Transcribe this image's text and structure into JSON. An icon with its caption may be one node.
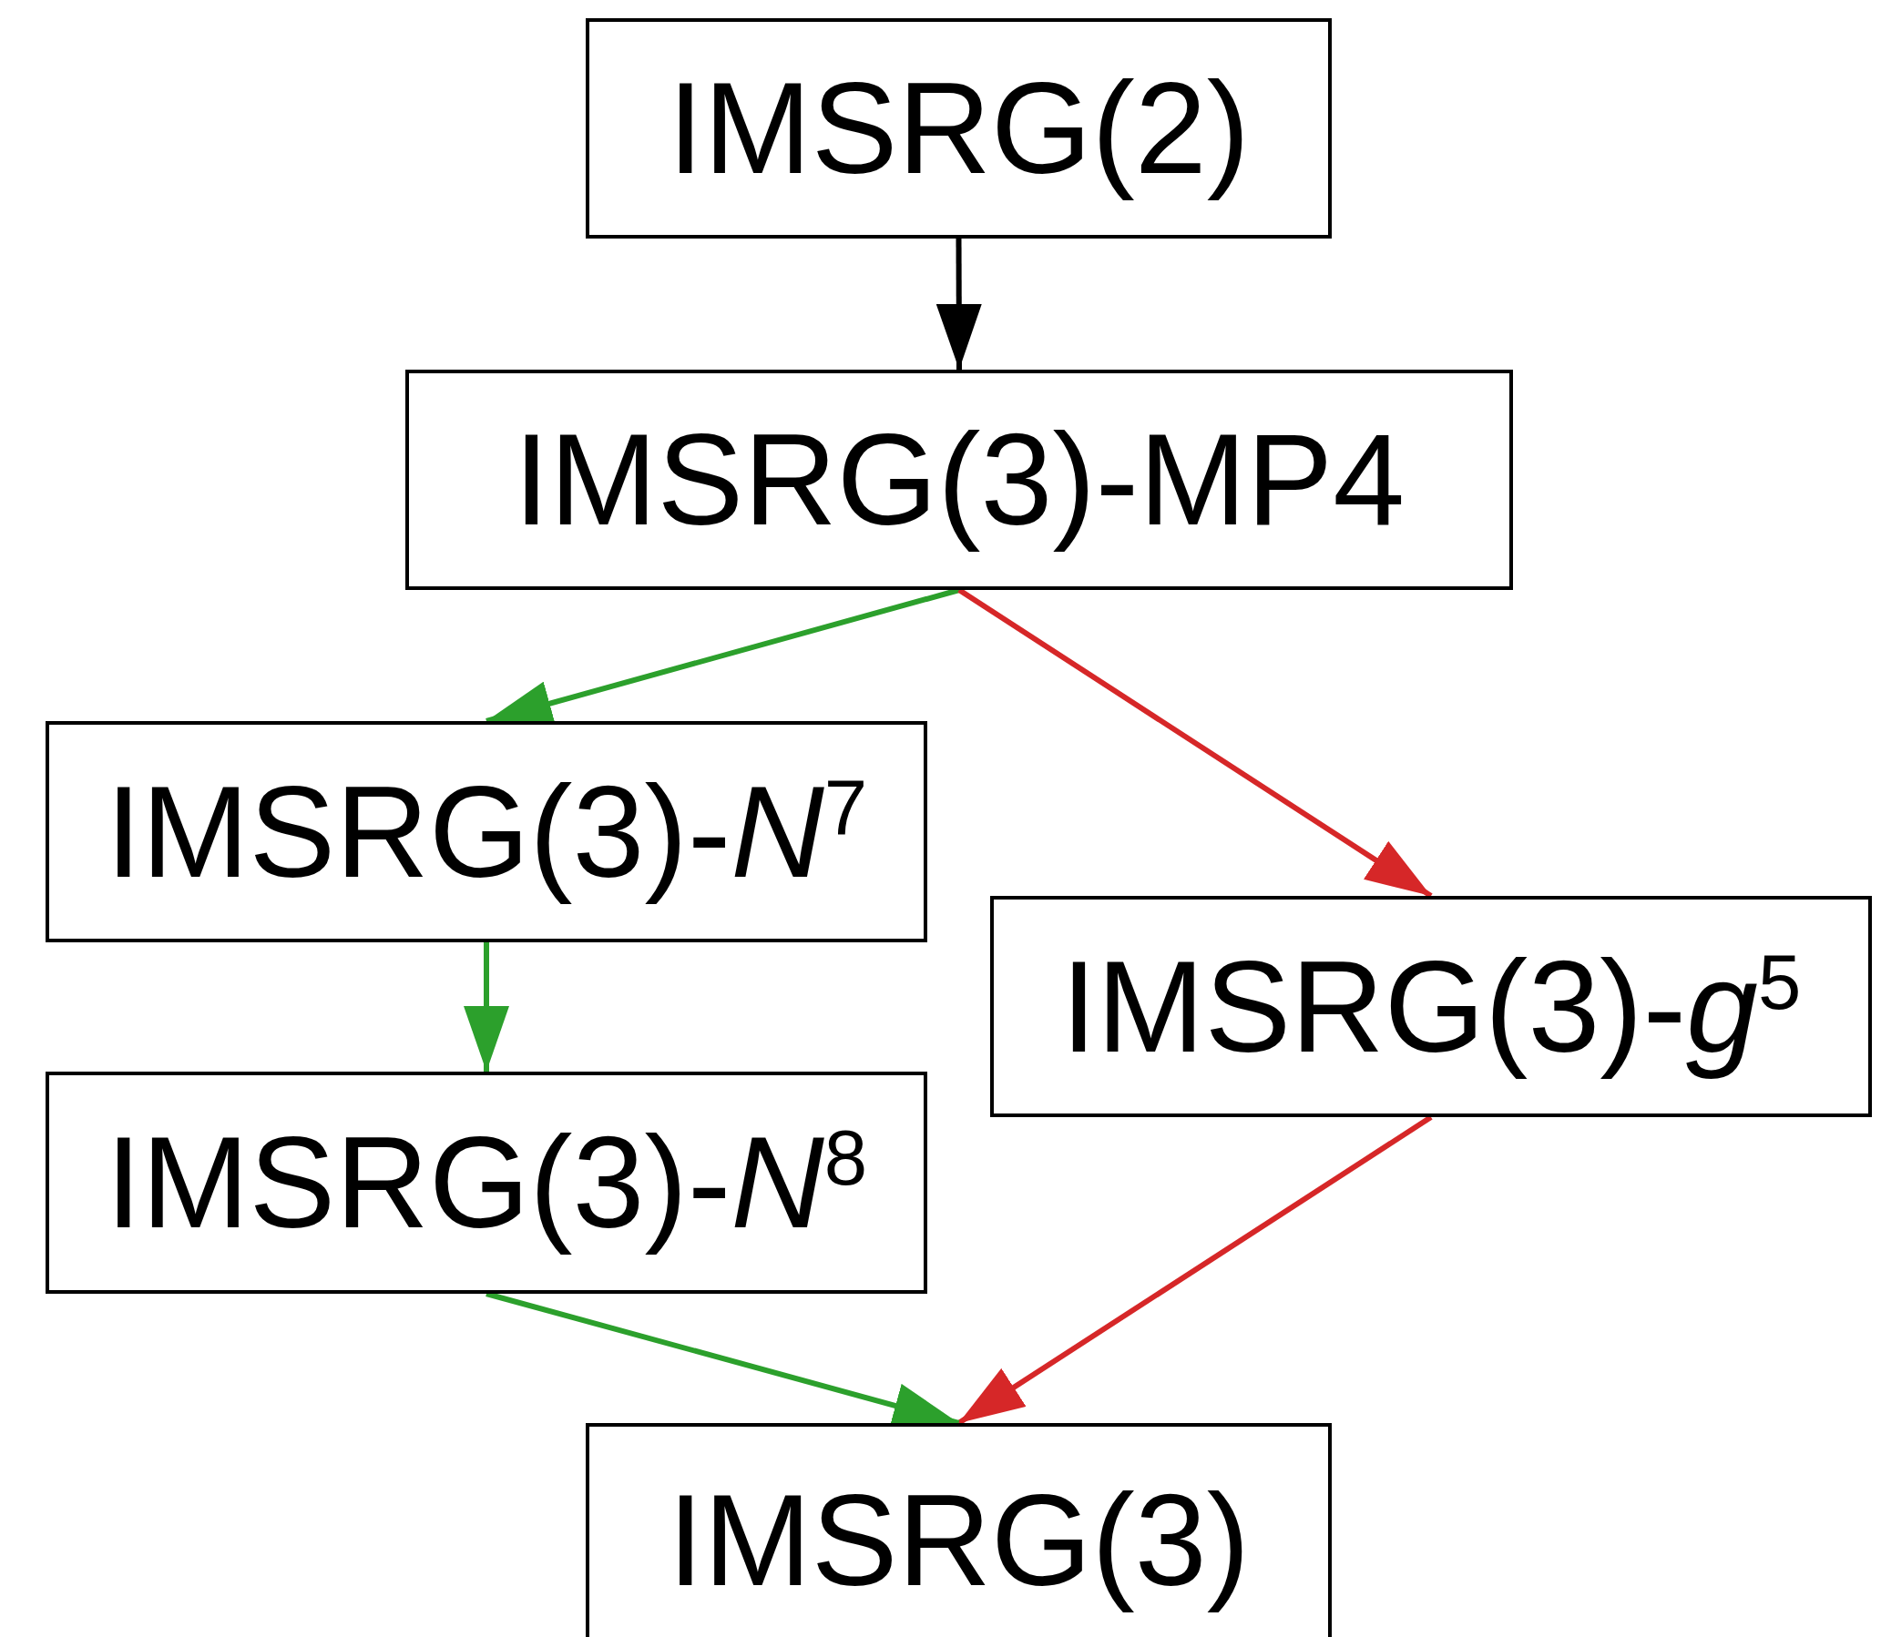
{
  "diagram": {
    "nodes": [
      {
        "text": [
          "IMSRG(2)"
        ]
      },
      {
        "text": [
          "IMSRG(3)-MP4"
        ]
      },
      {
        "text": [
          "IMSRG(3)-*N*$^{7}$"
        ]
      },
      {
        "text": [
          "IMSRG(3)-*g*$^{5}$"
        ]
      },
      {
        "text": [
          "IMSRG(3)-*N*$^{8}$"
        ]
      },
      {
        "text": [
          "IMSRG(3)"
        ]
      }
    ],
    "edges": [
      {
        "from": 0,
        "to": 1,
        "arrow": "to",
        "color": "#000000"
      },
      {
        "from": 1,
        "to": 2,
        "arrow": "to"
      },
      {
        "from": 1,
        "to": 3,
        "arrow": "to",
        "color": "#d62728"
      },
      {
        "from": 2,
        "to": 4,
        "arrow": "to"
      },
      {
        "from": 3,
        "to": 5,
        "arrow": "to",
        "color": "#d62728"
      },
      {
        "from": 4,
        "to": 5,
        "arrow": "to"
      }
    ]
  }
}
